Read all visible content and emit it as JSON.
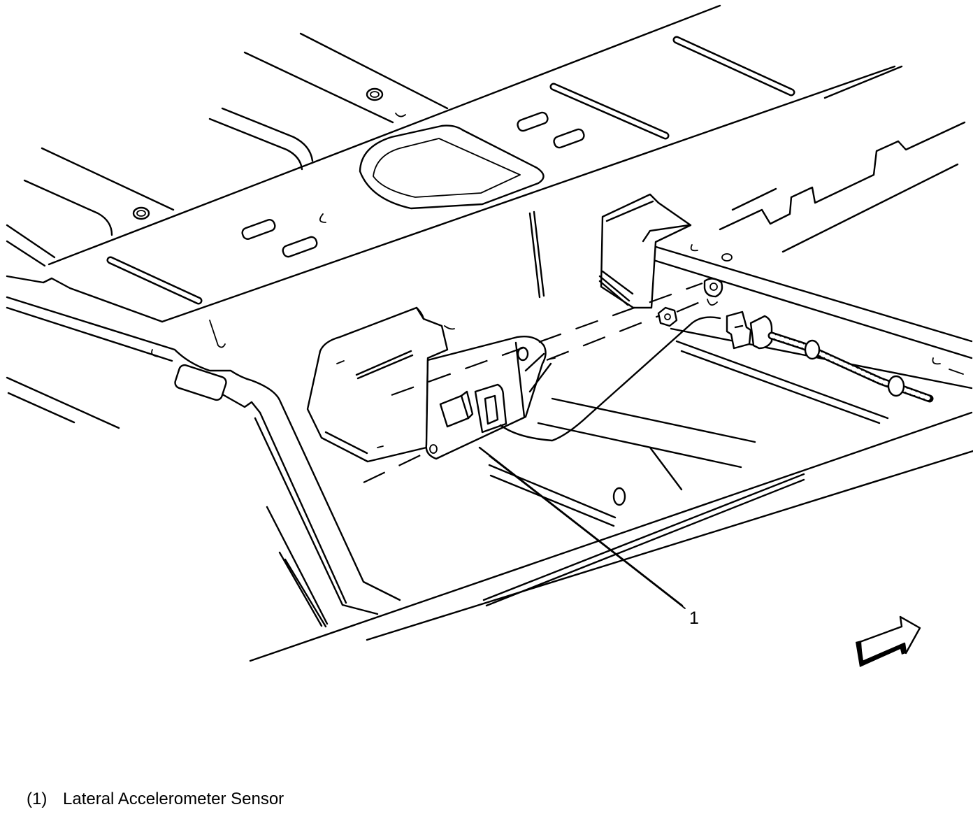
{
  "diagram": {
    "callouts": [
      {
        "label": "1"
      }
    ],
    "legend": [
      {
        "number": "(1)",
        "label": "Lateral Accelerometer Sensor"
      }
    ],
    "icons": {
      "direction_arrow": "direction-arrow-icon"
    }
  }
}
